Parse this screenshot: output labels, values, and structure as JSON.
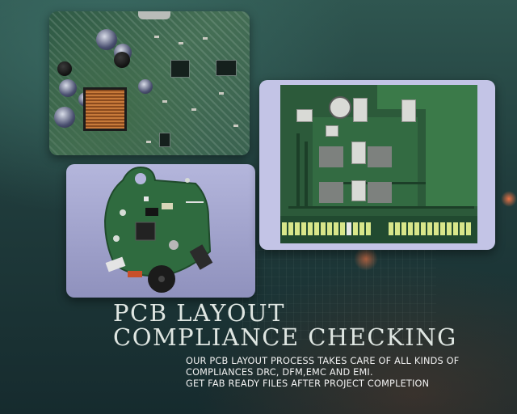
{
  "headline": {
    "line1": "PCB LAYOUT",
    "line2": "COMPLIANCE CHECKING"
  },
  "body": {
    "line1": "OUR PCB LAYOUT PROCESS TAKES CARE OF ALL KINDS OF",
    "line2": "COMPLIANCES DRC, DFM,EMC AND EMI.",
    "line3": "GET FAB READY FILES AFTER PROJECT COMPLETION"
  },
  "colors": {
    "background": "#203c3c",
    "headline": "#dfe6e2",
    "body_text": "#f1f1f1",
    "card_frame": "#c3c4e6"
  },
  "images": {
    "photo": "assembled-pcb-photo",
    "render": "3d-pcb-render",
    "layout": "pcb-layout-view"
  }
}
